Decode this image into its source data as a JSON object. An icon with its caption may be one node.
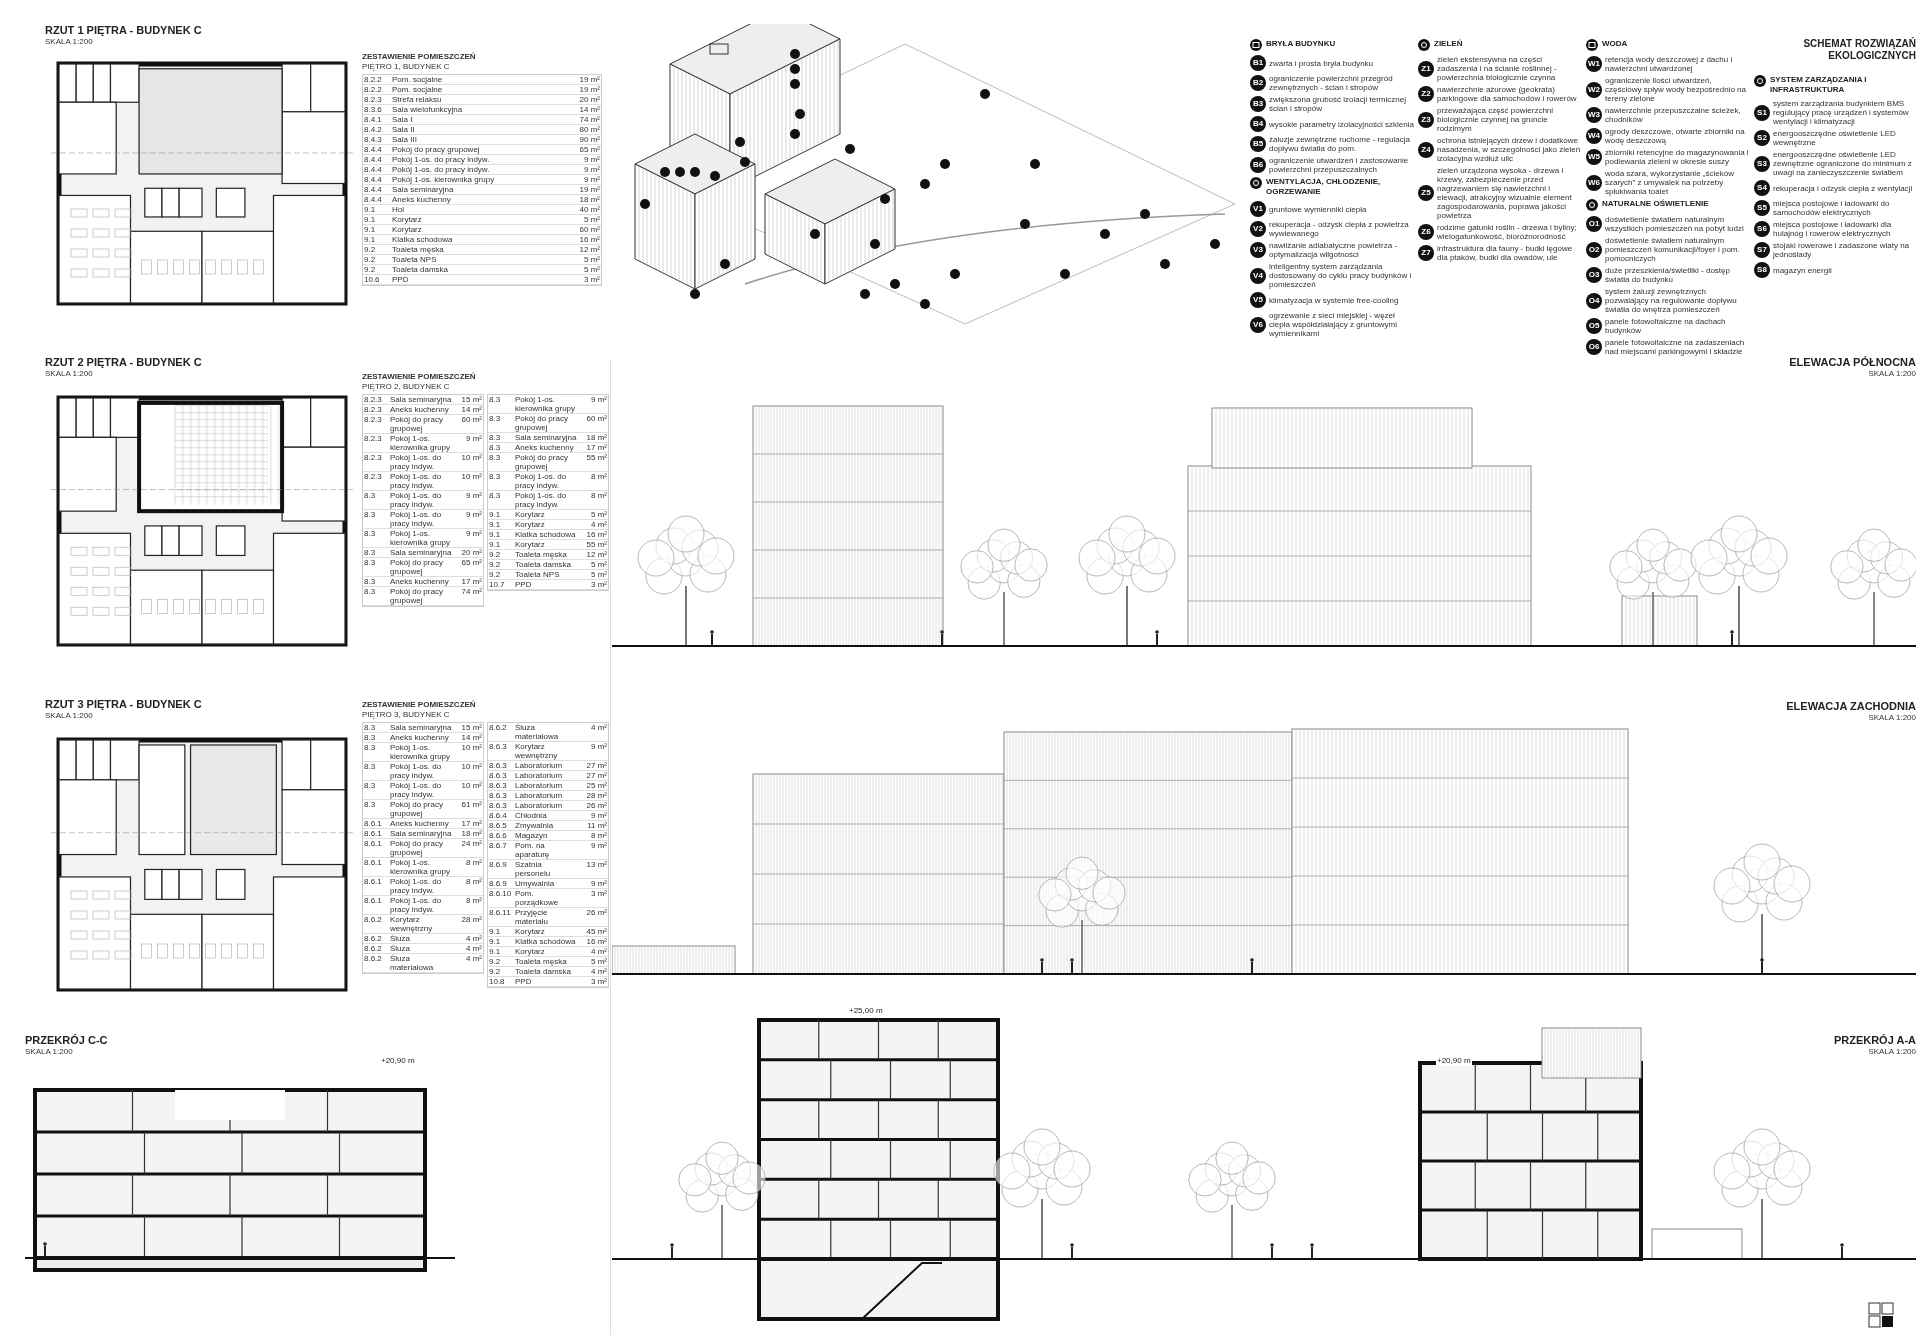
{
  "diagram": {
    "title": "SCHEMAT ROZWIĄZAŃ EKOLOGICZNYCH",
    "nodes": [
      {
        "text": [
          "RZUT 1 PIĘTRA - BUDYNEK C",
          "SKALA 1:200"
        ]
      },
      {
        "text": [
          "RZUT 2 PIĘTRA - BUDYNEK C",
          "SKALA 1:200"
        ]
      },
      {
        "text": [
          "RZUT 3 PIĘTRA - BUDYNEK C",
          "SKALA 1:200"
        ]
      },
      {
        "text": [
          "PRZEKRÓJ C-C",
          "SKALA 1:200"
        ]
      },
      {
        "text": [],
        "shape": "picture"
      },
      {
        "text": [
          "ELEWACJA PÓŁNOCNA",
          "SKALA 1:200"
        ]
      },
      {
        "text": [
          "ELEWACJA ZACHODNIA",
          "SKALA 1:200"
        ]
      },
      {
        "text": [
          "PRZEKRÓJ A-A",
          "SKALA 1:200"
        ]
      }
    ],
    "labels": [
      "ZESTAWIENIE POMIESZCZEŃ",
      "PIĘTRO 1, BUDYNEK C",
      "8.2.2",
      "Pom. socjalne",
      "19 m²",
      "8.2.2",
      "Pom. socjalne",
      "19 m²",
      "8.2.3",
      "Strefa relaksu",
      "20 m²",
      "8.3.6",
      "Sala wielofunkcyjna",
      "14 m²",
      "8.4.1",
      "Sala I",
      "74 m²",
      "8.4.2",
      "Sala II",
      "80 m²",
      "8.4.3",
      "Sala III",
      "90 m²",
      "8.4.4",
      "Pokój do pracy grupowej",
      "65 m²",
      "8.4.4",
      "Pokój 1-os. do pracy indyw.",
      "9 m²",
      "8.4.4",
      "Pokój 1-os. do pracy indyw.",
      "9 m²",
      "8.4.4",
      "Pokój 1-os. kierownika grupy",
      "9 m²",
      "8.4.4",
      "Sala seminaryjna",
      "19 m²",
      "8.4.4",
      "Aneks kuchenny",
      "18 m²",
      "9.1",
      "Hol",
      "40 m²",
      "9.1",
      "Korytarz",
      "5 m²",
      "9.1",
      "Korytarz",
      "60 m²",
      "9.1",
      "Klatka schodowa",
      "16 m²",
      "9.2",
      "Toaleta męska",
      "12 m²",
      "9.2",
      "Toaleta NPS",
      "5 m²",
      "9.2",
      "Toaleta damska",
      "5 m²",
      "10.6",
      "PPD",
      "3 m²",
      "ZESTAWIENIE POMIESZCZEŃ",
      "PIĘTRO 2, BUDYNEK C",
      "8.2.3",
      "Sala seminaryjna",
      "15 m²",
      "8.2.3",
      "Aneks kuchenny",
      "14 m²",
      "8.2.3",
      "Pokój do pracy grupowej",
      "60 m²",
      "8.2.3",
      "Pokój 1-os. kierownika grupy",
      "9 m²",
      "8.2.3",
      "Pokój 1-os. do pracy indyw.",
      "10 m²",
      "8.2.3",
      "Pokój 1-os. do pracy indyw.",
      "10 m²",
      "8.3",
      "Pokój 1-os. do pracy indyw.",
      "9 m²",
      "8.3",
      "Pokój 1-os. do pracy indyw.",
      "9 m²",
      "8.3",
      "Pokój 1-os. kierownika grupy",
      "9 m²",
      "8.3",
      "Sala seminaryjna",
      "20 m²",
      "8.3",
      "Pokój do pracy grupowej",
      "65 m²",
      "8.3",
      "Aneks kuchenny",
      "17 m²",
      "8.3",
      "Pokój do pracy grupowej",
      "74 m²",
      "8.3",
      "Pokój 1-os. kierownika grupy",
      "9 m²",
      "8.3",
      "Pokój do pracy grupowej",
      "60 m²",
      "8.3",
      "Sala seminaryjna",
      "18 m²",
      "8.3",
      "Aneks kuchenny",
      "17 m²",
      "8.3",
      "Pokój do pracy grupowej",
      "55 m²",
      "8.3",
      "Pokój 1-os. do pracy indyw.",
      "8 m²",
      "8.3",
      "Pokój 1-os. do pracy indyw.",
      "8 m²",
      "9.1",
      "Korytarz",
      "5 m²",
      "9.1",
      "Korytarz",
      "4 m²",
      "9.1",
      "Klatka schodowa",
      "16 m²",
      "9.1",
      "Korytarz",
      "55 m²",
      "9.2",
      "Toaleta męska",
      "12 m²",
      "9.2",
      "Toaleta damska",
      "5 m²",
      "9.2",
      "Toaleta NPS",
      "5 m²",
      "10.7",
      "PPD",
      "3 m²",
      "ZESTAWIENIE POMIESZCZEŃ",
      "PIĘTRO 3, BUDYNEK C",
      "8.3",
      "Sala seminaryjna",
      "15 m²",
      "8.3",
      "Aneks kuchenny",
      "14 m²",
      "8.3",
      "Pokój 1-os. kierownika grupy",
      "10 m²",
      "8.3",
      "Pokój 1-os. do pracy indyw.",
      "10 m²",
      "8.3",
      "Pokój 1-os. do pracy indyw.",
      "10 m²",
      "8.3",
      "Pokój do pracy grupowej",
      "61 m²",
      "8.6.1",
      "Aneks kuchenny",
      "17 m²",
      "8.6.1",
      "Sala seminaryjna",
      "18 m²",
      "8.6.1",
      "Pokój do pracy grupowej",
      "24 m²",
      "8.6.1",
      "Pokój 1-os. kierownika grupy",
      "8 m²",
      "8.6.1",
      "Pokój 1-os. do pracy indyw.",
      "8 m²",
      "8.6.1",
      "Pokój 1-os. do pracy indyw.",
      "8 m²",
      "8.6.2",
      "Korytarz wewnętrzny",
      "28 m²",
      "8.6.2",
      "Śluza",
      "4 m²",
      "8.6.2",
      "Śluza",
      "4 m²",
      "8.6.2",
      "Śluza materiałowa",
      "4 m²",
      "8.6.2",
      "Śluza materiałowa",
      "4 m²",
      "8.6.3",
      "Korytarz wewnętrzny",
      "9 m²",
      "8.6.3",
      "Laboratorium",
      "27 m²",
      "8.6.3",
      "Laboratorium",
      "27 m²",
      "8.6.3",
      "Laboratorium",
      "25 m²",
      "8.6.3",
      "Laboratorium",
      "28 m²",
      "8.6.3",
      "Laboratorium",
      "26 m²",
      "8.6.4",
      "Chłodnia",
      "9 m²",
      "8.6.5",
      "Zmywalnia",
      "11 m²",
      "8.6.6",
      "Magazyn",
      "8 m²",
      "8.6.7",
      "Pom. na aparaturę",
      "9 m²",
      "8.6.9",
      "Szatnia personelu",
      "13 m²",
      "8.6.9",
      "Umywalnia",
      "9 m²",
      "8.6.10",
      "Pom. porządkowe",
      "3 m²",
      "8.6.11",
      "Przyjęcie materiału",
      "26 m²",
      "9.1",
      "Korytarz",
      "45 m²",
      "9.1",
      "Klatka schodowa",
      "16 m²",
      "9.1",
      "Korytarz",
      "4 m²",
      "9.2",
      "Toaleta męska",
      "5 m²",
      "9.2",
      "Toaleta damska",
      "4 m²",
      "10.8",
      "PPD",
      "3 m²",
      "BRYŁA BUDYNKU",
      "B1",
      "zwarta i prosta bryła budynku",
      "B2",
      "ograniczenie powierzchni przegród zewnętrznych - ścian i stropów",
      "B3",
      "zwiększona grubość izolacji termicznej ścian i stropów",
      "B4",
      "wysokie parametry izolacyjności szklenia",
      "B5",
      "żaluzje zewnętrzne ruchome - regulacja dopływu światła do pom.",
      "B6",
      "ograniczenie utwardzeń i zastosowanie powierzchni przepuszczalnych",
      "WENTYLACJA, CHŁODZENIE, OGRZEWANIE",
      "V1",
      "gruntowe wymienniki ciepła",
      "V2",
      "rekuperacja - odzysk ciepła z powietrza wywiewanego",
      "V3",
      "nawilżanie adiabatyczne powietrza - optymalizacja wilgotności",
      "V4",
      "inteligentny system zarządzania dostosowany do cyklu pracy budynków i pomieszczeń",
      "V5",
      "klimatyzacja w systemie free-cooling",
      "V6",
      "ogrzewanie z sieci miejskiej - węzeł ciepła współdziałający z gruntowymi wymiennikami",
      "ZIELEŃ",
      "Z1",
      "zieleń ekstensywna na części zadaszenia i na ścianie roślinnej - powierzchnia biologicznie czynna",
      "Z2",
      "nawierzchnie ażurowe (geokrata) parkingowe dla samochodów i rowerów",
      "Z3",
      "przeważająca część powierzchni biologicznie czynnej na gruncie rodzimym",
      "Z4",
      "ochrona istniejących drzew i dodatkowe nasadzenia, w szczególności jako zieleń izolacyjna wzdłuż ulic",
      "Z5",
      "zieleń urządzona wysoka - drzewa i krzewy, zabezpieczenie przed nagrzewaniem się nawierzchni i elewacji, atrakcyjny wizualnie element zagospodarowania, poprawa jakości powietrza",
      "Z6",
      "rodzime gatunki roślin - drzewa i byliny; wielogatunkowość, bioróżnorodność",
      "Z7",
      "infrastruktura dla fauny - budki lęgowe dla ptaków, budki dla owadów, ule",
      "WODA",
      "W1",
      "retencja wody deszczowej z dachu i nawierzchni utwardzonej",
      "W2",
      "ograniczenie ilości utwardzeń, częściowy spływ wody bezpośrednio na tereny zielone",
      "W3",
      "nawierzchnie przepuszczalne ścieżek, chodników",
      "W4",
      "ogrody deszczowe, otwarte zbiorniki na wodę deszczową",
      "W5",
      "zbiorniki retencyjne do magazynowania i podlewania zieleni w okresie suszy",
      "W6",
      "woda szara, wykorzystanie „ścieków szarych” z umywalek na potrzeby spłukiwania toalet",
      "NATURALNE OŚWIETLENIE",
      "O1",
      "doświetlenie światłem naturalnym wszystkich pomieszczeń na pobyt ludzi",
      "O2",
      "doświetlenie światłem naturalnym pomieszczeń komunikacji/foyer i pom. pomocniczych",
      "O3",
      "duże przeszklenia/świetliki - dostęp światła do budynku",
      "O4",
      "system żaluzji zewnętrznych pozwalający na regulowanie dopływu światła do wnętrza pomieszczeń",
      "O5",
      "panele fotowoltaiczne na dachach budynków",
      "O6",
      "panele fotowoltaiczne na zadaszeniach nad miejscami parkingowymi i składzie",
      "SYSTEM ZARZĄDZANIA I INFRASTRUKTURA",
      "S1",
      "system zarządzania budynkiem BMS regulujący pracę urządzeń i systemów wentylacji i klimatyzacji",
      "S2",
      "energooszczędne oświetlenie LED wewnętrzne",
      "S3",
      "energooszczędne oświetlenie LED zewnętrzne ograniczone do minimum z uwagi na zanieczyszczenie światłem",
      "S4",
      "rekuperacja i odzysk ciepła z wentylacji",
      "S5",
      "miejsca postojowe i ładowarki do samochodów elektrycznych",
      "S6",
      "miejsca postojowe i ładowarki dla hulajnóg i rowerów elektrycznych",
      "S7",
      "stojaki rowerowe i zadaszone wiaty na jednoślady",
      "S8",
      "magazyn energii",
      "+25,00 m",
      "+20,90 m",
      "+20,90 m"
    ]
  }
}
